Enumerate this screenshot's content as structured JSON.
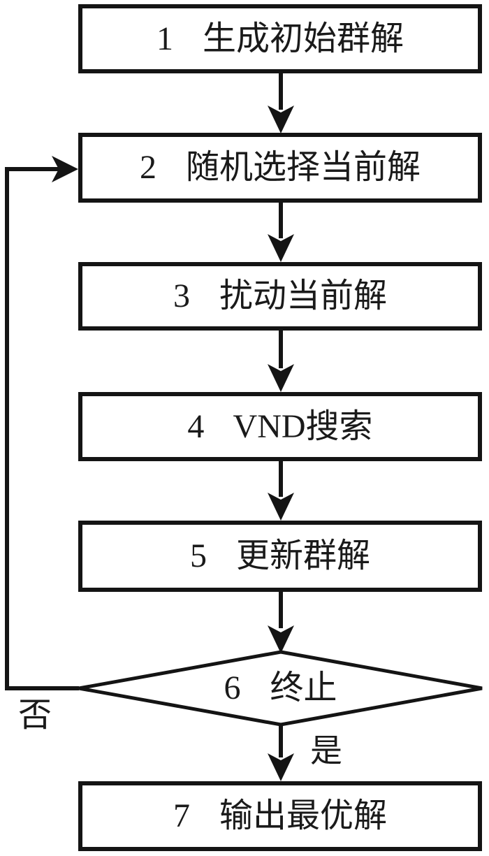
{
  "flowchart": {
    "background_color": "#ffffff",
    "stroke_color": "#141414",
    "text_color": "#1a1a1a",
    "nodes": [
      {
        "id": "1",
        "type": "process",
        "label": "1 生成初始群解"
      },
      {
        "id": "2",
        "type": "process",
        "label": "2 随机选择当前解"
      },
      {
        "id": "3",
        "type": "process",
        "label": "3 扰动当前解"
      },
      {
        "id": "4",
        "type": "process",
        "label": "4 VND搜索"
      },
      {
        "id": "5",
        "type": "process",
        "label": "5 更新群解"
      },
      {
        "id": "6",
        "type": "decision",
        "label": "6 终止"
      },
      {
        "id": "7",
        "type": "process",
        "label": "7 输出最优解"
      }
    ],
    "edges": [
      {
        "from": "1",
        "to": "2",
        "label": ""
      },
      {
        "from": "2",
        "to": "3",
        "label": ""
      },
      {
        "from": "3",
        "to": "4",
        "label": ""
      },
      {
        "from": "4",
        "to": "5",
        "label": ""
      },
      {
        "from": "5",
        "to": "6",
        "label": ""
      },
      {
        "from": "6",
        "to": "7",
        "label": "是"
      },
      {
        "from": "6",
        "to": "2",
        "label": "否"
      }
    ]
  }
}
